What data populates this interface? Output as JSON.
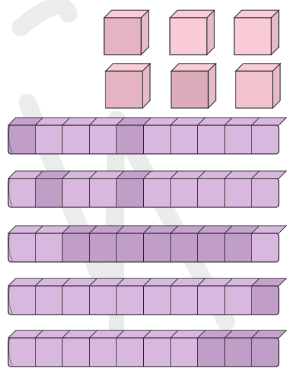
{
  "content": {
    "ones": {
      "count": 6,
      "rows": 2,
      "per_row": 3,
      "color": "#f9ccd7"
    },
    "tens": {
      "count": 5,
      "cubes_per_rod": 10,
      "color": "#d8b8de"
    }
  },
  "colors": {
    "background": "#ffffff",
    "outline": "#2b2b2b",
    "watermark": "#dcdcdc"
  },
  "icons": {
    "unit_cube": "unit-cube-icon",
    "ten_rod": "ten-rod-icon",
    "watermark": "logo-watermark"
  }
}
